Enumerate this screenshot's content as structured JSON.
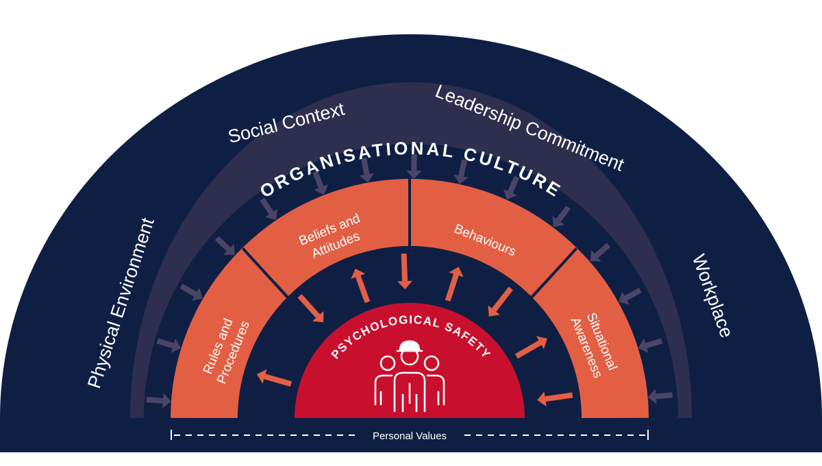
{
  "title": "ORGANISATIONAL CULTURE",
  "outer_factors": {
    "physical_environment": "Physical Environment",
    "social_context": "Social Context",
    "leadership_commitment": "Leadership Commitment",
    "workplace": "Workplace"
  },
  "segments": {
    "rules_procedures": [
      "Rules and",
      "Procedures"
    ],
    "beliefs_attitudes": [
      "Beliefs and",
      "Attitudes"
    ],
    "behaviours": "Behaviours",
    "situational_awareness": [
      "Situational",
      "Awareness"
    ]
  },
  "center": {
    "label": "PSYCHOLOGICAL SAFETY",
    "icon": "people-group-hardhat-icon"
  },
  "footer": {
    "personal_values": "Personal Values"
  },
  "colors": {
    "outer_ring": "#0f1f44",
    "factor_band": "#2e2e4f",
    "arrow_band": "#0f1f44",
    "segment": "#e35f44",
    "inner_ring": "#0f1f44",
    "center": "#c8102e",
    "inward_arrows": "#4a4566",
    "orange_arrows": "#e35f44",
    "text": "#ffffff"
  }
}
